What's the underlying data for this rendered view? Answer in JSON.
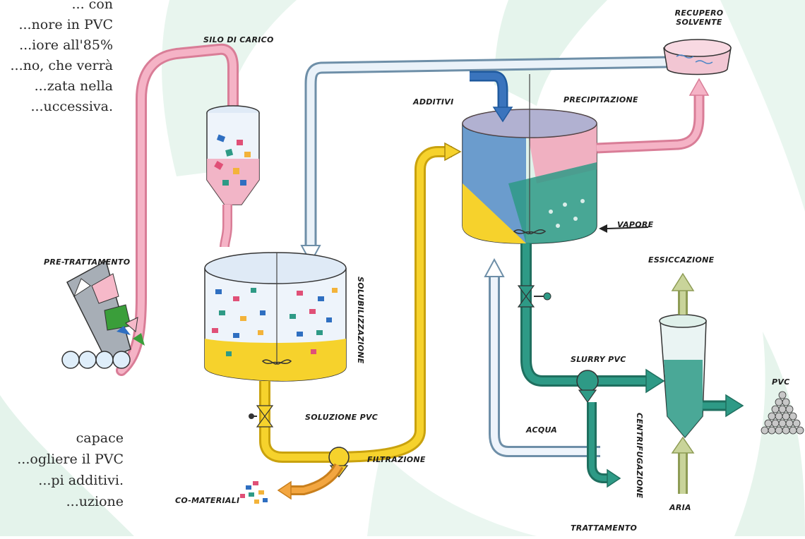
{
  "intro_text": {
    "lines": [
      "... con",
      "...nore in PVC",
      "...iore all'85%",
      "...no, che verrà",
      "...zata nella",
      "...uccessiva."
    ]
  },
  "lower_text": {
    "lines": [
      "capace",
      "...ogliere il PVC",
      "...pi additivi.",
      "...uzione"
    ]
  },
  "labels": {
    "silo": "SILO DI CARICO",
    "recupero": "RECUPERO SOLVENTE",
    "additivi": "ADDITIVI",
    "precipitazione": "PRECIPITAZIONE",
    "vapore": "VAPORE",
    "pretrattamento": "PRE-TRATTAMENTO",
    "solubilizzazione": "SOLUBILIZZAZIONE",
    "essiccazione": "ESSICCAZIONE",
    "slurry": "SLURRY PVC",
    "soluzione": "SOLUZIONE PVC",
    "filtrazione": "FILTRAZIONE",
    "comateriali": "CO-MATERIALI",
    "acqua": "ACQUA",
    "centrifugazione": "CENTRIFUGAZIONE",
    "trattamento": "TRATTAMENTO",
    "pvc": "PVC",
    "aria": "ARIA"
  },
  "colors": {
    "pink": "#f2a9bd",
    "pink_dark": "#d97d97",
    "yellow": "#f6d22c",
    "orange": "#f3a640",
    "teal": "#2e9a86",
    "blue": "#4d86c6",
    "light_blue": "#e3eef8",
    "pale_green": "#dff2ea"
  }
}
